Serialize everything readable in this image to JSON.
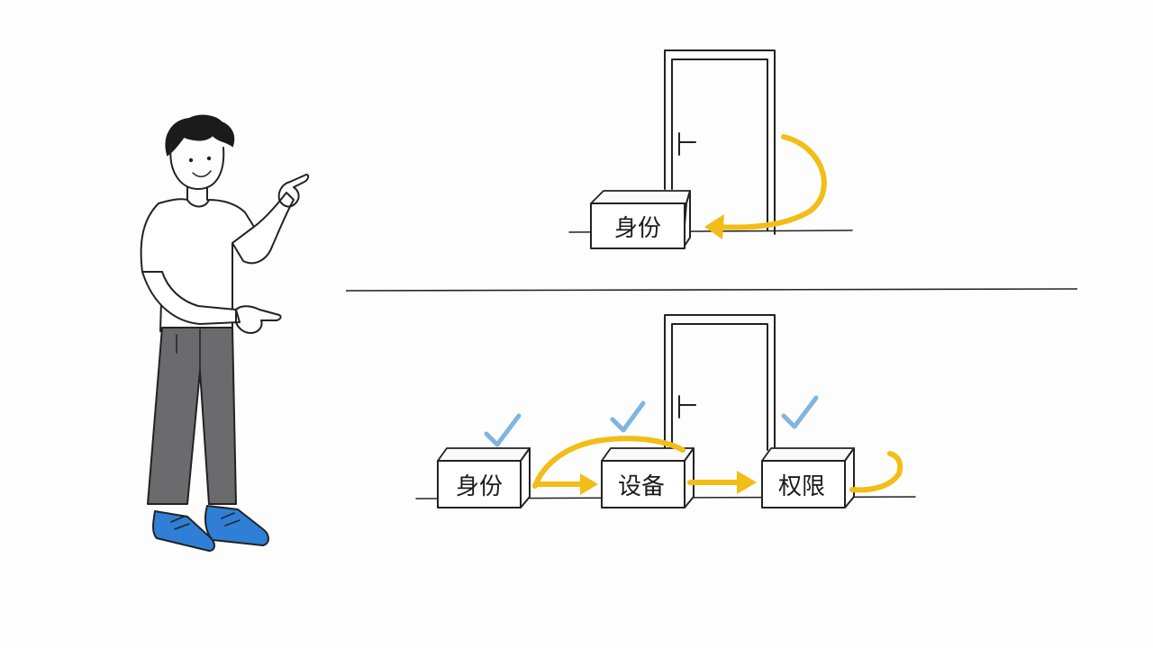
{
  "top_scene": {
    "box_label": "身份"
  },
  "bottom_scene": {
    "boxes": [
      {
        "label": "身份",
        "checked": true
      },
      {
        "label": "设备",
        "checked": true
      },
      {
        "label": "权限",
        "checked": true
      }
    ]
  },
  "colors": {
    "arrow": "#f2bd16",
    "check": "#7fb5e0",
    "shoes": "#2f7fd6",
    "pants": "#6b6b6d",
    "ink": "#222222"
  }
}
